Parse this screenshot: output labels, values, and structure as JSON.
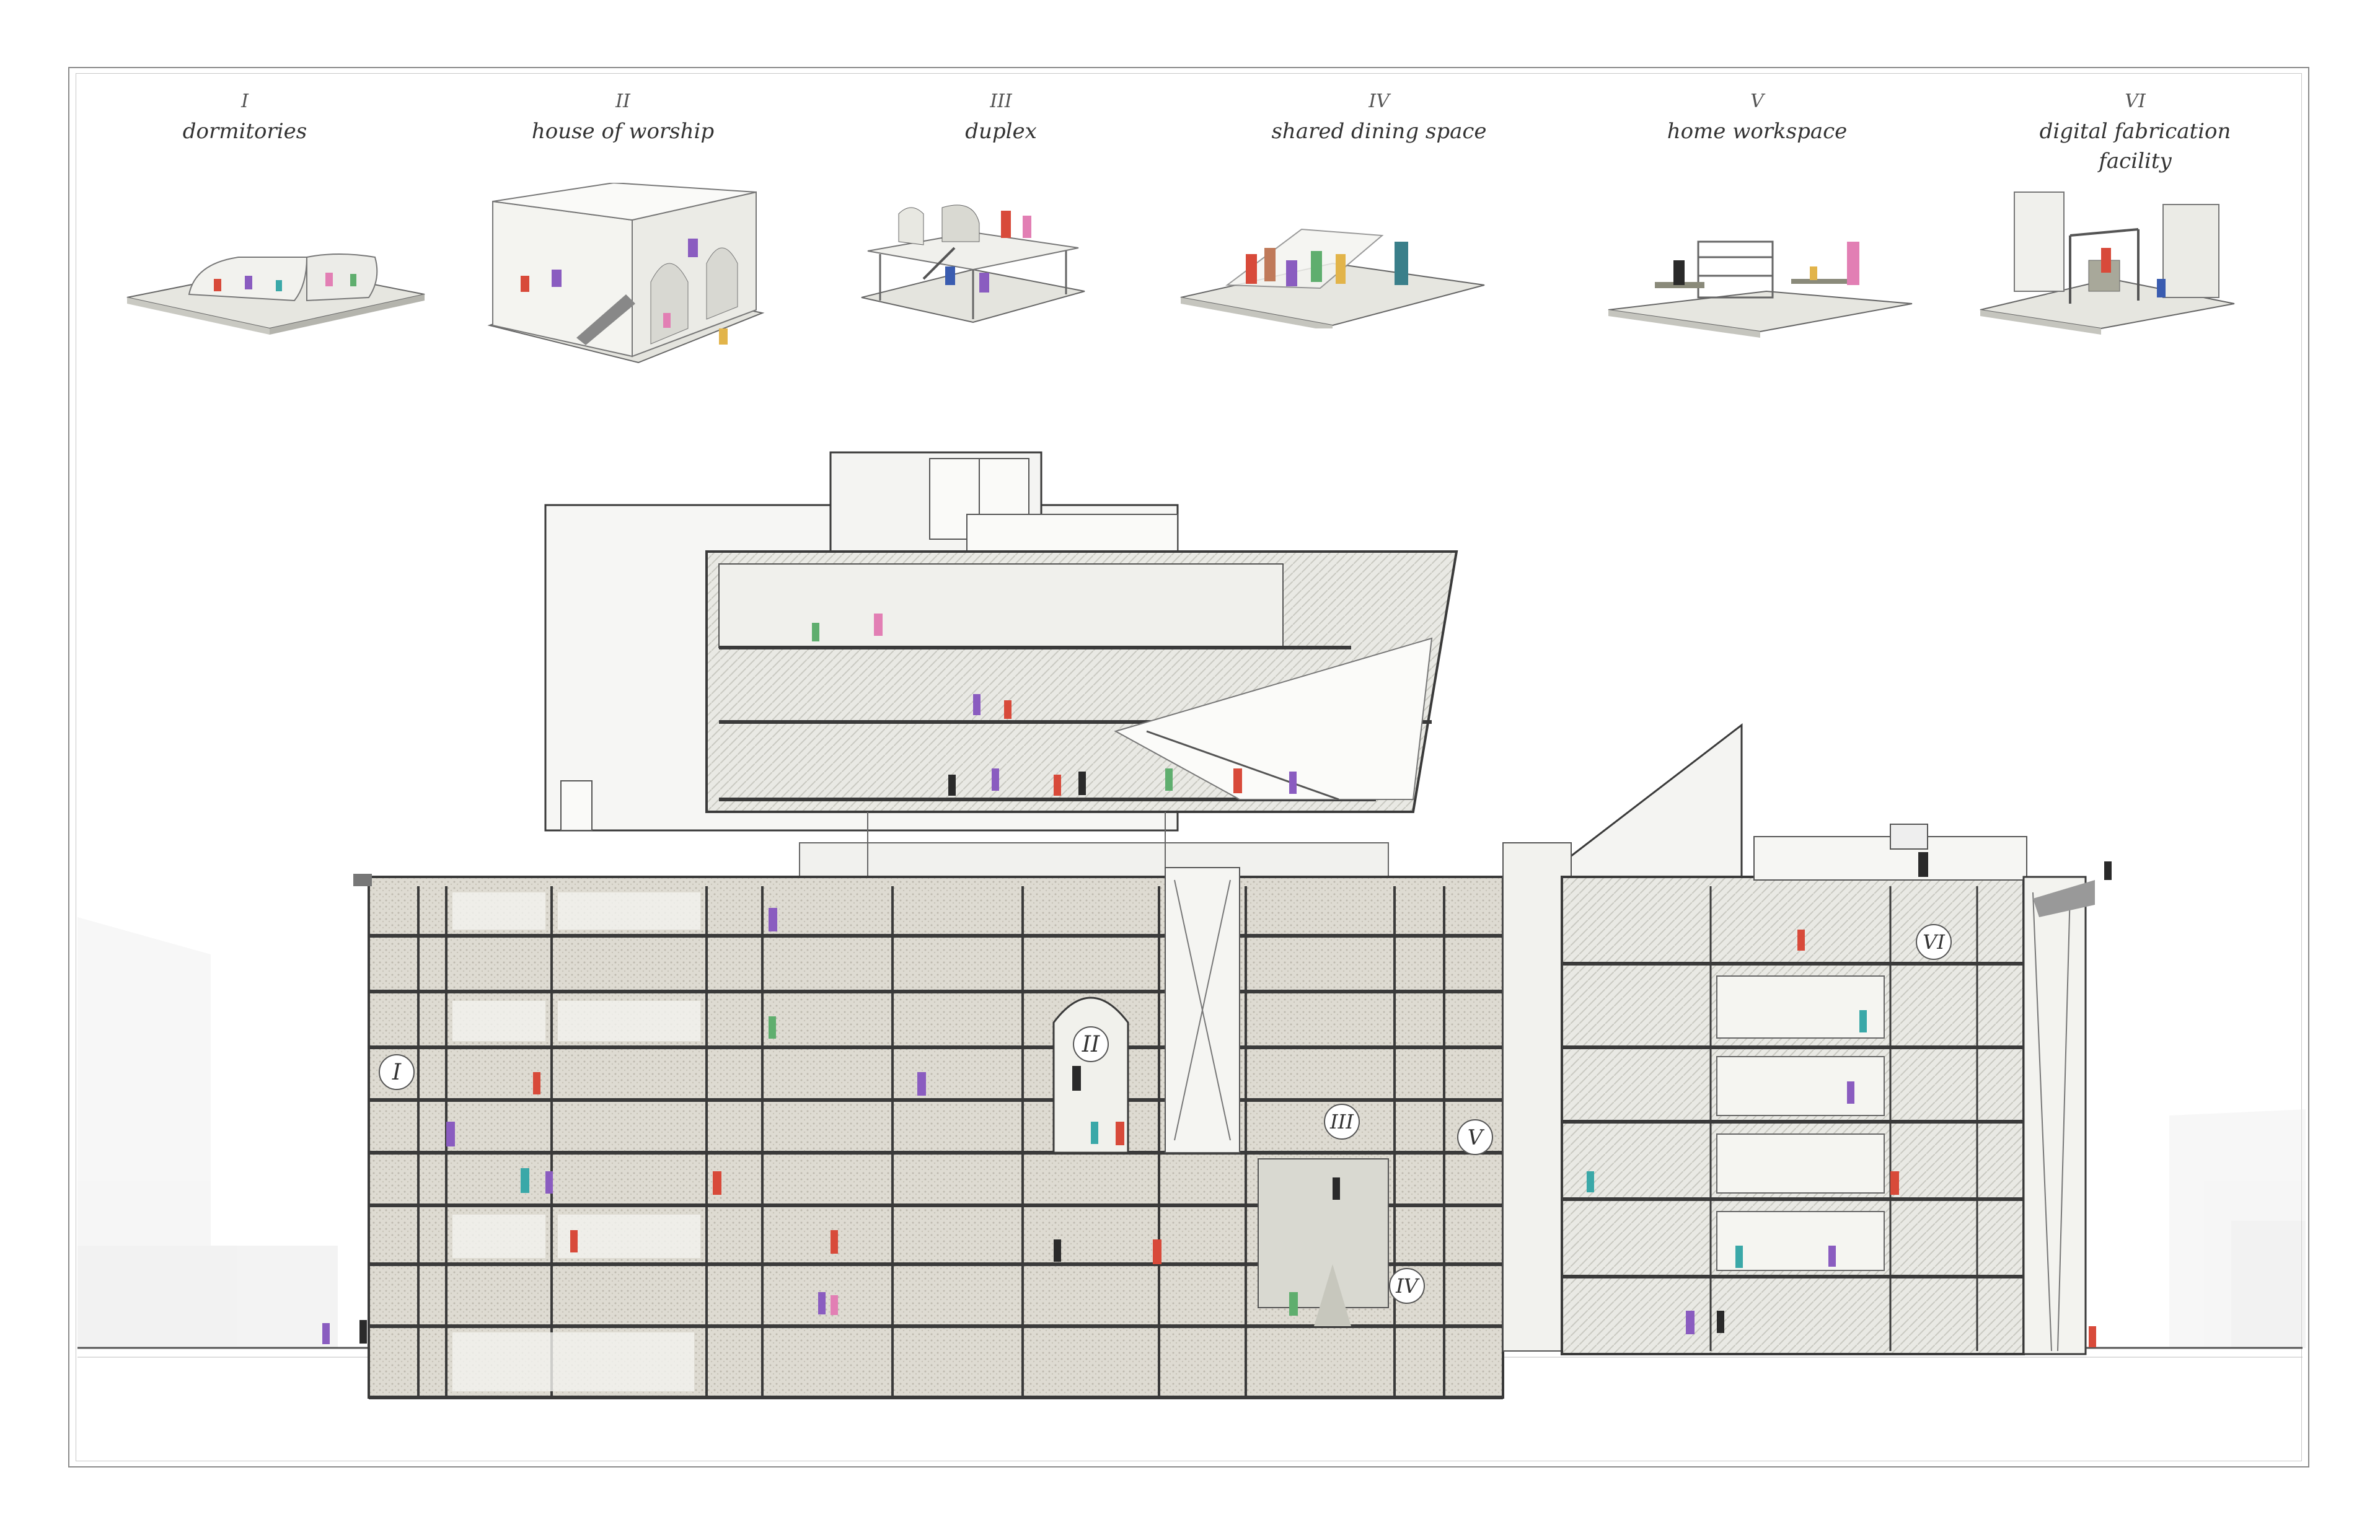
{
  "programs": [
    {
      "num": "I",
      "name": "dormitories"
    },
    {
      "num": "II",
      "name": "house of worship"
    },
    {
      "num": "III",
      "name": "duplex"
    },
    {
      "num": "IV",
      "name": "shared dining space"
    },
    {
      "num": "V",
      "name": "home workspace"
    },
    {
      "num": "VI",
      "name": "digital fabrication facility"
    }
  ],
  "section_tags": [
    "I",
    "II",
    "III",
    "IV",
    "V",
    "VI"
  ],
  "colors": {
    "line": "#3a3a3a",
    "hatch": "#dcdcd4",
    "figure_purple": "#8a5cc0",
    "figure_red": "#d84a3a",
    "figure_teal": "#3aa8a8",
    "figure_green": "#5fae6e",
    "figure_pink": "#e27fb4"
  }
}
